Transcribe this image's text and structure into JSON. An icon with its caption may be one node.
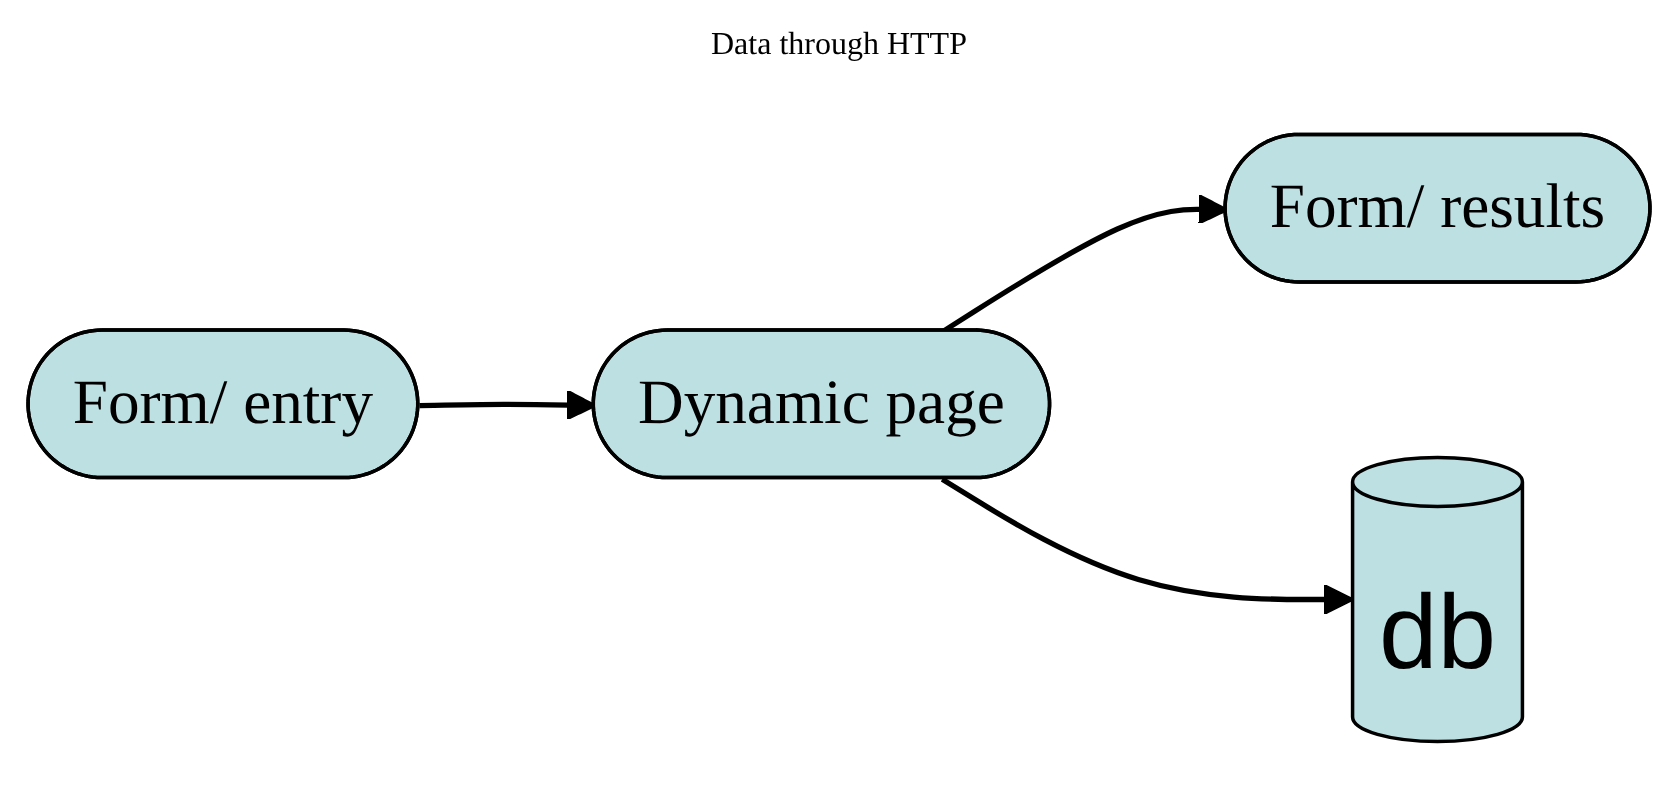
{
  "diagram": {
    "nodes": [
      {
        "text": [
          "Form/ entry"
        ]
      },
      {
        "text": [
          "Dynamic page"
        ]
      },
      {
        "text": [
          "Form/ results"
        ]
      },
      {
        "text": [
          "db"
        ]
      }
    ],
    "edges": [
      {
        "from": 0,
        "to": 1,
        "arrow": "to"
      },
      {
        "from": 1,
        "to": 2,
        "arrow": "to"
      },
      {
        "from": 1,
        "to": 3,
        "arrow": "to"
      }
    ],
    "labels": [
      "Data through HTTP"
    ]
  }
}
